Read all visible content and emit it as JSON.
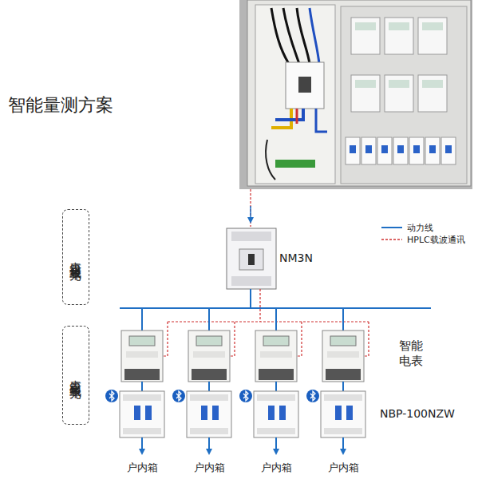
{
  "diagram": {
    "title": "智能量测方案",
    "nodes": [
      {
        "text": [
          "表箱进线单元"
        ]
      },
      {
        "text": [
          "表箱出线单元"
        ]
      },
      {
        "text": [
          "NM3N"
        ]
      }
    ],
    "labels": [
      "智能 电表",
      "NBP-100NZW",
      "户内箱",
      "户内箱",
      "户内箱",
      "户内箱"
    ],
    "legend": [
      {
        "text": "动力线"
      },
      {
        "text": "HPLC载波通讯"
      }
    ]
  }
}
